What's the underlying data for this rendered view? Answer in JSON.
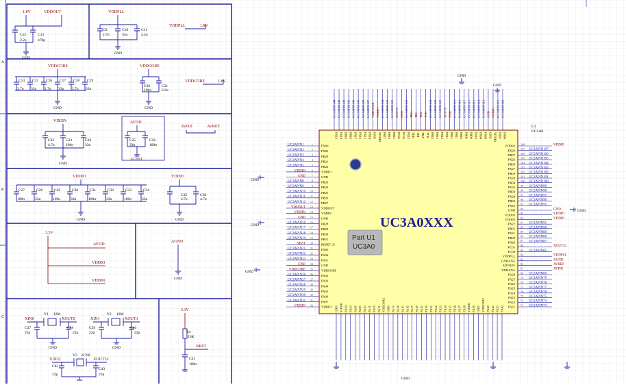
{
  "zones": {
    "a": "A",
    "b": "B",
    "c": "C"
  },
  "chip": {
    "name": "UC3A0XXX",
    "ref": "U1",
    "value": "UC3A0",
    "tooltip_line1": "Part U1",
    "tooltip_line2": "UC3A0"
  },
  "power_block": {
    "rail_18": "1.8V",
    "vddout": "VDDOUT",
    "vddpll": "VDDPLL",
    "vddcore": "VDDCORE",
    "vddin": "VDDIN",
    "avdd": "AVDD",
    "agnd": "AGND",
    "avref": "AVREF",
    "vddio": "VDDIO",
    "gnd": "GND",
    "rail_33": "3.3V",
    "nrst": "NRST"
  },
  "capacitors": {
    "top_left": [
      {
        "ref": "C12",
        "val": "2.2u"
      },
      {
        "ref": "C13",
        "val": "470p"
      }
    ],
    "vddpll": [
      {
        "ref": "C9",
        "val": "2.7n"
      },
      {
        "ref": "C10",
        "val": "33n"
      },
      {
        "ref": "C11",
        "val": "2.2u"
      }
    ],
    "vddcore": [
      {
        "ref": "C14",
        "val": "2.7n"
      },
      {
        "ref": "C15",
        "val": "33n"
      },
      {
        "ref": "C16",
        "val": "2.7n"
      },
      {
        "ref": "C17",
        "val": "33n"
      },
      {
        "ref": "C18",
        "val": "2.7n"
      },
      {
        "ref": "C19",
        "val": "33n"
      }
    ],
    "vddcore_bulk": [
      {
        "ref": "C20",
        "val": "100n"
      },
      {
        "ref": "C21",
        "val": "2.2u"
      }
    ],
    "vddin": [
      {
        "ref": "C22",
        "val": "4.7u"
      },
      {
        "ref": "C23",
        "val": "100n"
      },
      {
        "ref": "C24",
        "val": "33n"
      }
    ],
    "avdd": [
      {
        "ref": "C25",
        "val": "33n"
      },
      {
        "ref": "C26",
        "val": "100n"
      }
    ],
    "vddio": [
      {
        "ref": "C27",
        "val": "100n"
      },
      {
        "ref": "C28",
        "val": "33n"
      },
      {
        "ref": "C29",
        "val": "100n"
      },
      {
        "ref": "C30",
        "val": "33n"
      },
      {
        "ref": "C31",
        "val": "100n"
      },
      {
        "ref": "C32",
        "val": "33n"
      },
      {
        "ref": "C33",
        "val": "100n"
      },
      {
        "ref": "C34",
        "val": "33n"
      }
    ],
    "vddio_bulk": [
      {
        "ref": "C35",
        "val": "4.7u"
      },
      {
        "ref": "C36",
        "val": "4.7u"
      }
    ]
  },
  "crystals": [
    {
      "ref": "Y1",
      "freq": "12M",
      "in": "XIN0",
      "out": "XOUT0",
      "c1": "C37",
      "c1v": "22p",
      "c2": "C38",
      "c2v": "22p"
    },
    {
      "ref": "Y2",
      "freq": "12M",
      "in": "XIN1",
      "out": "XOUT1",
      "c1": "C39",
      "c1v": "22p",
      "c2": "C40",
      "c2v": "22p"
    },
    {
      "ref": "Y3",
      "freq": "32768",
      "in": "XIN32",
      "out": "XOUT32",
      "c1": "C42",
      "c1v": "22p",
      "c2": "C43",
      "c2v": "22p"
    }
  ],
  "reset": {
    "res_ref": "R4",
    "res_val": "10K",
    "cap_ref": "C41",
    "cap_val": "100n"
  },
  "left_pins": [
    {
      "name": "PX00",
      "num": "1",
      "net": "UC3APIN1"
    },
    {
      "name": "PX01",
      "num": "2",
      "net": "UC3APIN2"
    },
    {
      "name": "PB20",
      "num": "3",
      "net": "UC3APIN3"
    },
    {
      "name": "PB21",
      "num": "4",
      "net": "UC3APIN4"
    },
    {
      "name": "PB22",
      "num": "5",
      "net": "UC3APIN5"
    },
    {
      "name": "VDDIO",
      "num": "6",
      "net": "VDDIO"
    },
    {
      "name": "GND",
      "num": "7",
      "net": "GND"
    },
    {
      "name": "PB23",
      "num": "8",
      "net": "UC3APIN8"
    },
    {
      "name": "PB24",
      "num": "9",
      "net": "UC3APIN9"
    },
    {
      "name": "PB25",
      "num": "10",
      "net": "UC3APIN10"
    },
    {
      "name": "PB26",
      "num": "11",
      "net": "UC3APIN11"
    },
    {
      "name": "PB27",
      "num": "12",
      "net": "UC3APIN12"
    },
    {
      "name": "VDDOUT",
      "num": "13",
      "net": "VDDOUT"
    },
    {
      "name": "VDDIN",
      "num": "14",
      "net": "VDDIN"
    },
    {
      "name": "GND",
      "num": "15",
      "net": "GND"
    },
    {
      "name": "PB28",
      "num": "16",
      "net": "UC3APIN16"
    },
    {
      "name": "PB29",
      "num": "17",
      "net": "UC3APIN17"
    },
    {
      "name": "PB30",
      "num": "18",
      "net": "UC3APIN18"
    },
    {
      "name": "PB31",
      "num": "19",
      "net": "UC3APIN19"
    },
    {
      "name": "RESET_N",
      "num": "20",
      "net": "NRST"
    },
    {
      "name": "PX05",
      "num": "21",
      "net": "UC3APIN21"
    },
    {
      "name": "PA06",
      "num": "22",
      "net": "UC3APIN22"
    },
    {
      "name": "PA01",
      "num": "23",
      "net": "UC3APIN23"
    },
    {
      "name": "GND",
      "num": "24",
      "net": "GND"
    },
    {
      "name": "VDDCORE",
      "num": "25",
      "net": "VDDCORE"
    },
    {
      "name": "PA02",
      "num": "26",
      "net": "UC3APIN26"
    },
    {
      "name": "PA03",
      "num": "27",
      "net": "UC3APIN27"
    },
    {
      "name": "PA04",
      "num": "28",
      "net": "UC3APIN28"
    },
    {
      "name": "PA05",
      "num": "29",
      "net": "UC3APIN29"
    },
    {
      "name": "PA06",
      "num": "30",
      "net": "UC3APIN30"
    },
    {
      "name": "PA07",
      "num": "31",
      "net": "UC3APIN31"
    },
    {
      "name": "VDDIO",
      "num": "32",
      "net": "VDDIO"
    }
  ],
  "right_pins": [
    {
      "name": "VDDIO",
      "num": "108",
      "net": "VDDIO"
    },
    {
      "name": "PX29",
      "num": "107",
      "net": "UC3APIN107"
    },
    {
      "name": "PB07",
      "num": "106",
      "net": "UC3APIN106"
    },
    {
      "name": "PX26",
      "num": "105",
      "net": "UC3APIN105"
    },
    {
      "name": "PB06",
      "num": "104",
      "net": "UC3APIN104"
    },
    {
      "name": "PX27",
      "num": "103",
      "net": "UC3APIN103"
    },
    {
      "name": "PB05",
      "num": "102",
      "net": "UC3APIN102"
    },
    {
      "name": "PX28",
      "num": "101",
      "net": "UC3APIN101"
    },
    {
      "name": "PB04",
      "num": "100",
      "net": "UC3APIN100"
    },
    {
      "name": "PX23",
      "num": "99",
      "net": "UC3APIN99"
    },
    {
      "name": "PB03",
      "num": "98",
      "net": "UC3APIN98"
    },
    {
      "name": "PX24",
      "num": "97",
      "net": "UC3APIN97"
    },
    {
      "name": "PB02",
      "num": "96",
      "net": "UC3APIN96"
    },
    {
      "name": "PX25",
      "num": "95",
      "net": "UC3APIN95"
    },
    {
      "name": "GND",
      "num": "94",
      "net": "GND"
    },
    {
      "name": "VDDIO",
      "num": "93",
      "net": "VDDIO"
    },
    {
      "name": "VDDIO",
      "num": "92",
      "net": "VDDIO"
    },
    {
      "name": "PX22",
      "num": "91",
      "net": "UC3APIN91"
    },
    {
      "name": "PB01",
      "num": "90",
      "net": "UC3APIN90"
    },
    {
      "name": "PX21",
      "num": "89",
      "net": "UC3APIN89"
    },
    {
      "name": "PB00",
      "num": "88",
      "net": "UC3APIN88"
    },
    {
      "name": "PX20",
      "num": "87",
      "net": "UC3APIN87"
    },
    {
      "name": "PC01",
      "num": "86",
      "net": "XOUT32"
    },
    {
      "name": "PC00",
      "num": "85",
      "net": "UC3APIN85"
    },
    {
      "name": "VDDPLL",
      "num": "84",
      "net": "VDDPLL"
    },
    {
      "name": "GNDANA",
      "num": "83",
      "net": "AGND"
    },
    {
      "name": "ADVREF",
      "num": "82",
      "net": "AVREF"
    },
    {
      "name": "VDDANA",
      "num": "81",
      "net": "AVDD"
    },
    {
      "name": "PA28",
      "num": "80",
      "net": "UC3APIN80"
    },
    {
      "name": "PA27",
      "num": "79",
      "net": "UC3APIN79"
    },
    {
      "name": "PA26",
      "num": "78",
      "net": "UC3APIN78"
    },
    {
      "name": "PA25",
      "num": "77",
      "net": "UC3APIN77"
    },
    {
      "name": "PA24",
      "num": "76",
      "net": "UC3APIN76"
    },
    {
      "name": "PA23",
      "num": "75",
      "net": "UC3APIN75"
    },
    {
      "name": "PA22",
      "num": "74",
      "net": "UC3APIN74"
    },
    {
      "name": "PA21",
      "num": "73",
      "net": "UC3APIN73"
    }
  ],
  "top_pins": [
    "PX19",
    "PX18",
    "PB19",
    "PB18",
    "PX17",
    "PX16",
    "PX15",
    "PX14",
    "GND",
    "VDDIO",
    "PB17",
    "PB16",
    "PB15",
    "PC05",
    "PC04",
    "PX13",
    "TDO",
    "TDI",
    "TMS",
    "TCK",
    "PB14",
    "PB13",
    "PX12",
    "PX11",
    "PB12",
    "PB11",
    "PB10",
    "PB09",
    "PB08",
    "PX10",
    "PX09",
    "PX08",
    "GND",
    "VDDIO",
    "PX07",
    "PX06"
  ],
  "bottom_pins": [
    "GND",
    "VDDIO",
    "PX04",
    "PX03",
    "PA08",
    "PA09",
    "PA10",
    "PA11",
    "PX02",
    "PA12",
    "VDDCORE",
    "GND",
    "PA13",
    "PA14",
    "PA15",
    "PA16",
    "PA17",
    "PA18",
    "PA19",
    "PX30",
    "PX31",
    "PX32",
    "PX33",
    "PX34",
    "PX35",
    "PX36",
    "PX37",
    "PX38",
    "VDDIO",
    "PX39",
    "GND",
    "VDDCORE",
    "PX40",
    "PX41",
    "PA20",
    "PX42"
  ],
  "top_nets": [
    "UC3APIN144",
    "UC3APIN143",
    "UC3APIN142",
    "UC3APIN141",
    "UC3APIN140",
    "UC3APIN139",
    "UC3APIN138",
    "UC3APIN137",
    "VDDCORE",
    "VDDIO",
    "UC3APIN134",
    "UC3APIN133",
    "UC3APIN132",
    "XOUT1",
    "XIN1",
    "UC3APIN129",
    "TDO",
    "TDI",
    "TMS",
    "TCK",
    "UC3APIN124",
    "UC3APIN123",
    "UC3APIN122",
    "XOUT0",
    "XIN0",
    "UC3APIN119",
    "UC3APIN118",
    "UC3APIN117",
    "UC3APIN116",
    "UC3APIN115",
    "UC3APIN114",
    "UC3APIN113",
    "GND",
    "VDDIO",
    "UC3APIN110",
    "UC3APIN109"
  ]
}
